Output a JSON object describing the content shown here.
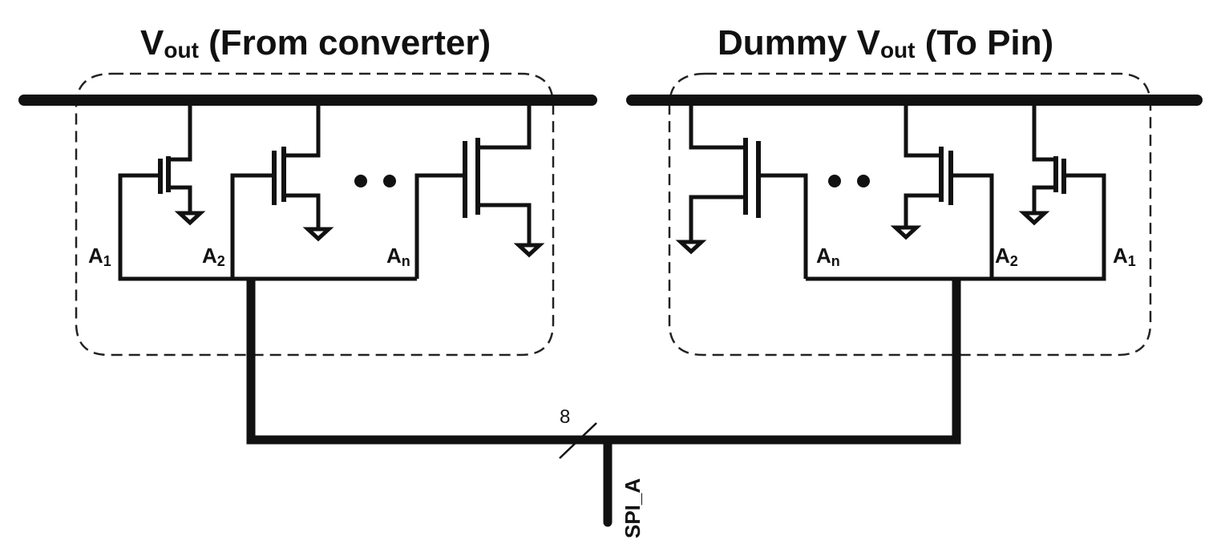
{
  "left_block": {
    "title_main": "V",
    "title_sub": "out",
    "title_rest": " (From converter)",
    "label_a1": "A",
    "label_a1_sub": "1",
    "label_a2": "A",
    "label_a2_sub": "2",
    "label_an": "A",
    "label_an_sub": "n"
  },
  "right_block": {
    "title_prefix": "Dummy V",
    "title_sub": "out",
    "title_rest": " (To Pin)",
    "label_an": "A",
    "label_an_sub": "n",
    "label_a2": "A",
    "label_a2_sub": "2",
    "label_a1": "A",
    "label_a1_sub": "1"
  },
  "bus": {
    "width_label": "8",
    "signal_label": "SPI_A"
  }
}
